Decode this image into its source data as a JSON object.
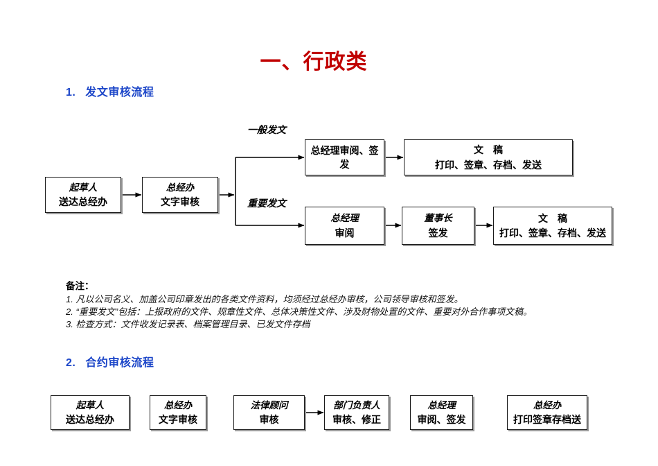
{
  "title": "一、行政类",
  "colors": {
    "title_red": "#C00000",
    "heading_blue": "#1B45C8"
  },
  "section1": {
    "number": "1.",
    "label": "发文审核流程"
  },
  "section2": {
    "number": "2.",
    "label": "合约审核流程"
  },
  "flow1": {
    "branch_labels": {
      "general": "一般发文",
      "important": "重要发文"
    },
    "boxes": [
      {
        "line1": "起草人",
        "line2": "送达总经办"
      },
      {
        "line1": "总经办",
        "line2": "文字审核"
      },
      {
        "line1": "总经理审阅、签",
        "line2": "发"
      },
      {
        "line1": "文　稿",
        "line2": "打印、签章、存档、发送"
      },
      {
        "line1": "总经理",
        "line2": "审阅"
      },
      {
        "line1": "董事长",
        "line2": "签发"
      },
      {
        "line1": "文　稿",
        "line2": "打印、签章、存档、发送"
      }
    ]
  },
  "notes": {
    "heading": "备注：",
    "items": [
      "1.  凡以公司名义、加盖公司印章发出的各类文件资料，均须经过总经办审核，公司领导审核和签发。",
      "2.  “重要发文”包括：上报政府的文件、规章性文件、总体决策性文件、涉及财物处置的文件、重要对外合作事项文稿。",
      "3.  检查方式：文件收发记录表、档案管理目录、已发文件存档"
    ]
  },
  "flow2": {
    "boxes": [
      {
        "line1": "起草人",
        "line2": "送达总经办"
      },
      {
        "line1": "总经办",
        "line2": "文字审核"
      },
      {
        "line1": "法律顾问",
        "line2": "审核"
      },
      {
        "line1": "部门负责人",
        "line2": "审核、修正"
      },
      {
        "line1": "总经理",
        "line2": "审阅、签发"
      },
      {
        "line1": "总经办",
        "line2": "打印签章存档送"
      }
    ]
  }
}
